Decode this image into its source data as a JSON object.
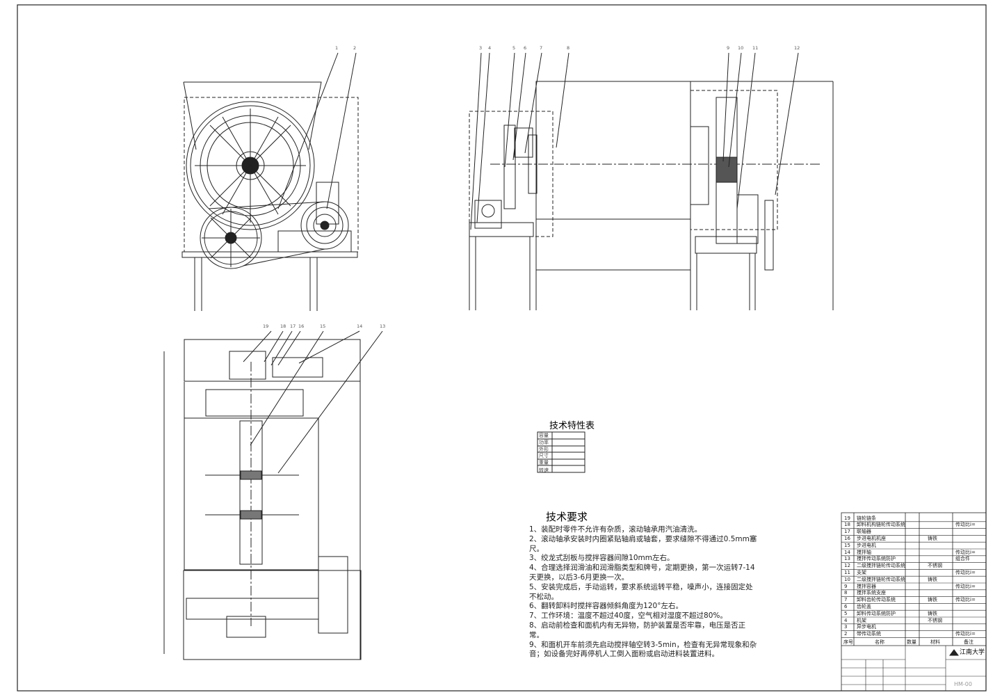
{
  "balloons_front": [
    "1",
    "2"
  ],
  "balloons_side": [
    "3",
    "4",
    "5",
    "6",
    "7",
    "8",
    "9",
    "10",
    "11",
    "12"
  ],
  "balloons_top": [
    "19",
    "18",
    "17",
    "16",
    "15",
    "14",
    "13"
  ],
  "tech_spec": {
    "title": "技术特性表",
    "rows": [
      "容量",
      "功率",
      "外形",
      "尺寸",
      "重量",
      "转速"
    ]
  },
  "tech_req": {
    "title": "技术要求",
    "lines": [
      "1、装配时零件不允许有杂质，滚动轴承用汽油清洗。",
      "2、滚动轴承安装时内圈紧贴轴肩或轴套，要求缝隙不得通过0.5mm塞",
      "尺。",
      "3、绞龙式刮板与搅拌容器间隙10mm左右。",
      "4、合理选择润滑油和润滑脂类型和牌号，定期更换，第一次运转7-14",
      "天更换，以后3-6月更换一次。",
      "5、安装完成后，手动运转，要求系统运转平稳，噪声小，连接固定处",
      "不松动。",
      "6、翻转卸料时搅拌容器倾斜角度为120°左右。",
      "7、工作环境：温度不超过40度，空气相对湿度不超过80%。",
      "8、启动前检查和面机内有无异物，防护装置是否牢靠，电压是否正",
      "常。",
      "9、和面机开车前须先启动搅拌轴空转3-5min，检查有无异常现象和杂",
      "音；如设备完好再停机人工倒入面粉或启动进料装置进料。"
    ]
  },
  "bom": {
    "rows": [
      {
        "no": "19",
        "name": "链轮链条",
        "mat": "",
        "note": ""
      },
      {
        "no": "18",
        "name": "卸料机构链轮传动系统",
        "mat": "",
        "note": "传动比i="
      },
      {
        "no": "17",
        "name": "联轴器",
        "mat": "",
        "note": ""
      },
      {
        "no": "16",
        "name": "步进电机机座",
        "mat": "铸铁",
        "note": ""
      },
      {
        "no": "15",
        "name": "步进电机",
        "mat": "",
        "note": ""
      },
      {
        "no": "14",
        "name": "搅拌轴",
        "mat": "",
        "note": "传动比i="
      },
      {
        "no": "13",
        "name": "搅拌传动系统防护",
        "mat": "",
        "note": "组合件"
      },
      {
        "no": "12",
        "name": "二级搅拌链轮传动系统",
        "mat": "不锈钢",
        "note": ""
      },
      {
        "no": "11",
        "name": "支架",
        "mat": "",
        "note": "传动比i="
      },
      {
        "no": "10",
        "name": "二级搅拌链轮传动系统",
        "mat": "铸铁",
        "note": ""
      },
      {
        "no": "9",
        "name": "搅拌容器",
        "mat": "",
        "note": "传动比i="
      },
      {
        "no": "8",
        "name": "搅拌系统支座",
        "mat": "",
        "note": ""
      },
      {
        "no": "7",
        "name": "卸料齿轮传动系统",
        "mat": "铸铁",
        "note": "传动比i="
      },
      {
        "no": "6",
        "name": "齿轮盖",
        "mat": "",
        "note": ""
      },
      {
        "no": "5",
        "name": "卸料传动系统防护",
        "mat": "铸铁",
        "note": ""
      },
      {
        "no": "4",
        "name": "机架",
        "mat": "不锈钢",
        "note": ""
      },
      {
        "no": "3",
        "name": "异步电机",
        "mat": "",
        "note": ""
      },
      {
        "no": "2",
        "name": "带传动系统",
        "mat": "",
        "note": "传动比i="
      }
    ],
    "header": {
      "no": "序号",
      "name": "名称",
      "qty": "数量",
      "mat": "材料",
      "note": "备注"
    },
    "school": "江南大学",
    "drawing_no": "HM-00"
  }
}
